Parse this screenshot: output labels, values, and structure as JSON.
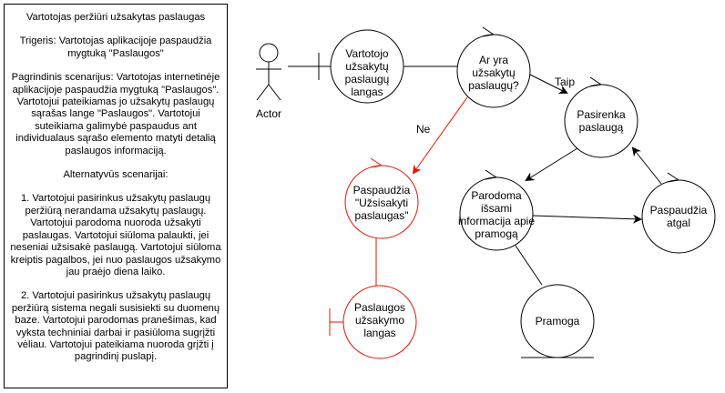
{
  "scenario": {
    "title": "Vartotojas peržiūri užsakytas paslaugas",
    "trigger": "Trigeris: Vartotojas aplikacijoje paspaudžia mygtuką \"Paslaugos\"",
    "main": "Pagrindinis scenarijus: Vartotojas internetinėje aplikacijoje paspaudžia mygtuką \"Paslaugos\". Vartotojui pateikiamas jo užsakytų paslaugų sąrašas lange \"Paslaugos\". Vartotojui suteikiama galimybė paspaudus ant individualaus sąrašo elemento matyti detalią paslaugos informaciją.",
    "alt_title": "Alternatyvūs scenarijai:",
    "alt1": "1. Vartotojui pasirinkus užsakytų paslaugų peržiūrą nerandama užsakytų paslaugų. Vartotojui parodoma nuoroda užsakyti paslaugas. Vartotojui siūloma palaukti, jei neseniai užsisakė paslaugą. Vartotojui siūloma kreiptis pagalbos, jei nuo paslaugos užsakymo jau praėjo diena laiko.",
    "alt2": "2. Vartotojui pasirinkus užsakytų paslaugų peržiūrą sistema negali susisiekti su duomenų baze. Vartotojui parodomas pranešimas, kad vyksta techniniai darbai ir pasiūloma sugrįžti vėliau. Vartotojui pateikiama nuoroda grįžti į pagrindinį puslapį."
  },
  "diagram": {
    "actor": "Actor",
    "boundary_services": [
      "Vartotojo",
      "užsakytų",
      "paslaugų",
      "langas"
    ],
    "decision": [
      "Ar yra",
      "užsakytų",
      "paslaugų?"
    ],
    "yes_label": "Taip",
    "no_label": "Ne",
    "choose": [
      "Pasirenka",
      "paslaugą"
    ],
    "details": [
      "Parodoma",
      "išsami",
      "informacija apie",
      "pramogą"
    ],
    "back": [
      "Paspaudžia",
      "atgal"
    ],
    "entity": "Pramoga",
    "order_click": [
      "Paspaudžia",
      "\"Užsisakyti",
      "paslaugas\""
    ],
    "order_window": [
      "Paslaugos",
      "užsakymo",
      "langas"
    ],
    "accent_color": "#e51400"
  }
}
